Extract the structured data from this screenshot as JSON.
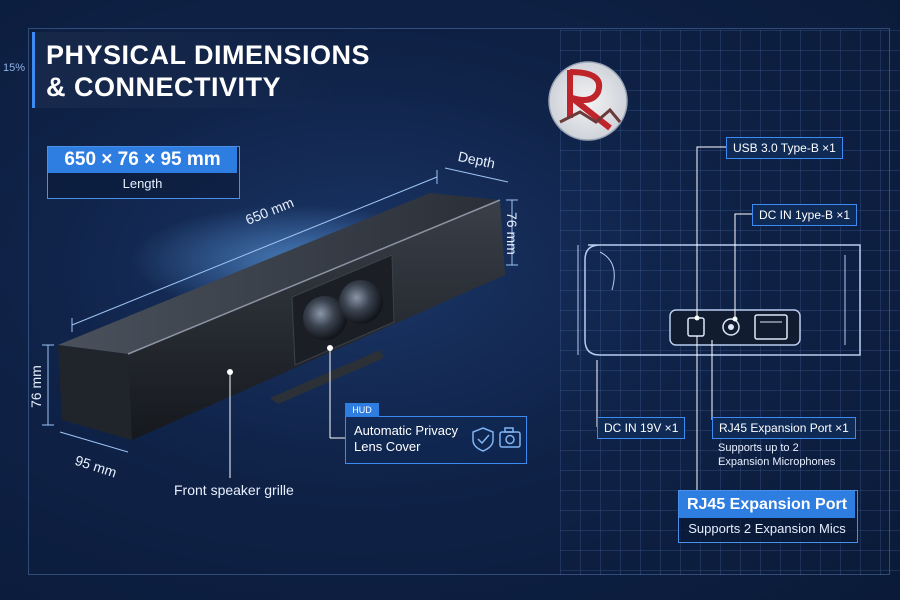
{
  "side_tag": "15%",
  "title": {
    "line1": "PHYSICAL DIMENSIONS",
    "line2": "& CONNECTIVITY"
  },
  "dimensions_box": {
    "value": "650 × 76 × 95 mm",
    "caption": "Length"
  },
  "dimension_labels": {
    "length": "650 mm",
    "depth": "Depth",
    "height_right": "76 mm",
    "height_left": "76 mm",
    "width": "95 mm"
  },
  "front_label": "Front speaker grille",
  "hud": {
    "tag": "HUD",
    "line1": "Automatic Privacy",
    "line2": "Lens Cover",
    "icons": [
      "shield-check-icon",
      "camera-icon"
    ]
  },
  "ports": {
    "usb": "USB 3.0 Type-B ×1",
    "dc_type": "DC IN 1ype-B ×1",
    "dc_in": "DC IN 19V ×1",
    "rj45": "RJ45 Expansion Port ×1",
    "rj45_note1": "Supports up to 2",
    "rj45_note2": "Expansion Microphones"
  },
  "rj45_box": {
    "title": "RJ45 Expansion Port",
    "subtitle": "Supports 2 Expansion Mics"
  },
  "colors": {
    "accent": "#2e7de0",
    "background": "#0f2247",
    "logo_red": "#c0242b"
  }
}
